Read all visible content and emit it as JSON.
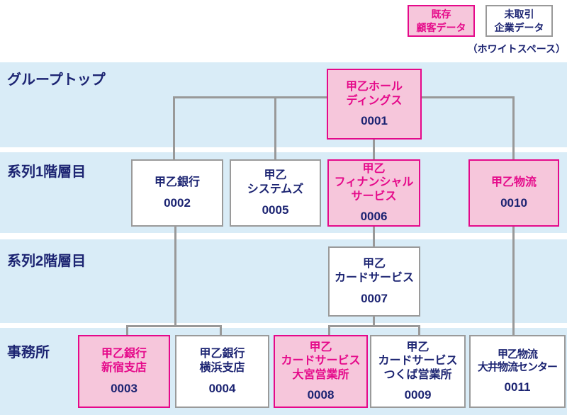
{
  "legend": {
    "existing": {
      "label": "既存\n顧客データ"
    },
    "untraded": {
      "label": "未取引\n企業データ"
    },
    "caption": "（ホワイトスペース）"
  },
  "rows": [
    {
      "label": "グループトップ"
    },
    {
      "label": "系列1階層目"
    },
    {
      "label": "系列2階層目"
    },
    {
      "label": "事務所"
    }
  ],
  "nodes": [
    {
      "code": "0001",
      "name": "甲乙ホール\nディングス",
      "status": "existing",
      "row": "グループトップ",
      "parent": null
    },
    {
      "code": "0002",
      "name": "甲乙銀行",
      "status": "untraded",
      "row": "系列1階層目",
      "parent": "0001"
    },
    {
      "code": "0005",
      "name": "甲乙\nシステムズ",
      "status": "untraded",
      "row": "系列1階層目",
      "parent": "0001"
    },
    {
      "code": "0006",
      "name": "甲乙\nフィナンシャル\nサービス",
      "status": "existing",
      "row": "系列1階層目",
      "parent": "0001"
    },
    {
      "code": "0010",
      "name": "甲乙物流",
      "status": "existing",
      "row": "系列1階層目",
      "parent": "0001"
    },
    {
      "code": "0007",
      "name": "甲乙\nカードサービス",
      "status": "untraded",
      "row": "系列2階層目",
      "parent": "0006"
    },
    {
      "code": "0003",
      "name": "甲乙銀行\n新宿支店",
      "status": "existing",
      "row": "事務所",
      "parent": "0002"
    },
    {
      "code": "0004",
      "name": "甲乙銀行\n横浜支店",
      "status": "untraded",
      "row": "事務所",
      "parent": "0002"
    },
    {
      "code": "0008",
      "name": "甲乙\nカードサービス\n大宮営業所",
      "status": "existing",
      "row": "事務所",
      "parent": "0007"
    },
    {
      "code": "0009",
      "name": "甲乙\nカードサービス\nつくば営業所",
      "status": "untraded",
      "row": "事務所",
      "parent": "0007"
    },
    {
      "code": "0011",
      "name": "甲乙物流\n大井物流センター",
      "status": "untraded",
      "row": "事務所",
      "parent": "0010"
    }
  ],
  "colors": {
    "band_blue": "#d9ecf7",
    "navy_text": "#1c2472",
    "magenta": "#e5098a",
    "pink_fill": "#f6c6db",
    "gray_border": "#9a9a9a",
    "connector_gray": "#999999"
  }
}
